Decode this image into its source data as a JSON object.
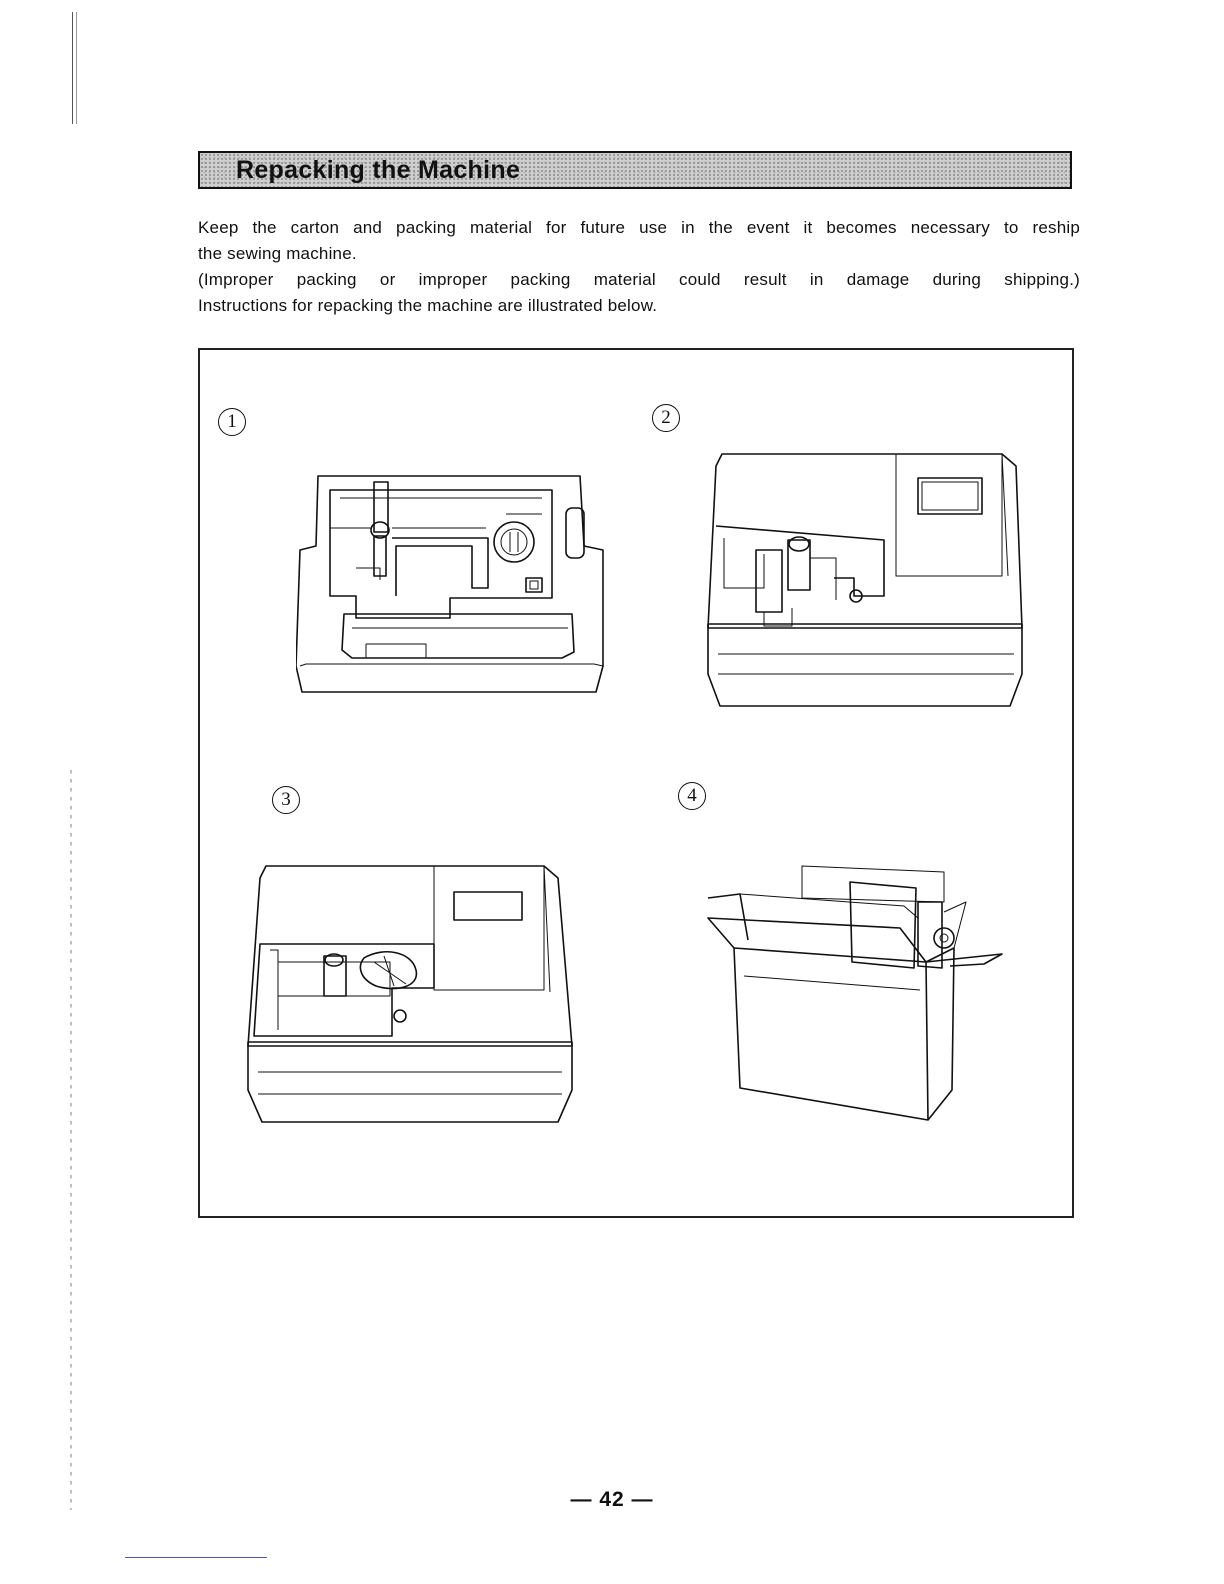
{
  "section": {
    "title": "Repacking the Machine"
  },
  "intro": {
    "line1": "Keep the carton and packing material for future use in the event it becomes necessary to reship",
    "line2": "the sewing machine.",
    "line3": "(Improper packing or improper packing material could result in damage during shipping.)",
    "line4": "Instructions for repacking the machine are illustrated below."
  },
  "steps": [
    {
      "number": "1"
    },
    {
      "number": "2"
    },
    {
      "number": "3"
    },
    {
      "number": "4"
    }
  ],
  "page": {
    "number": "— 42 —"
  }
}
